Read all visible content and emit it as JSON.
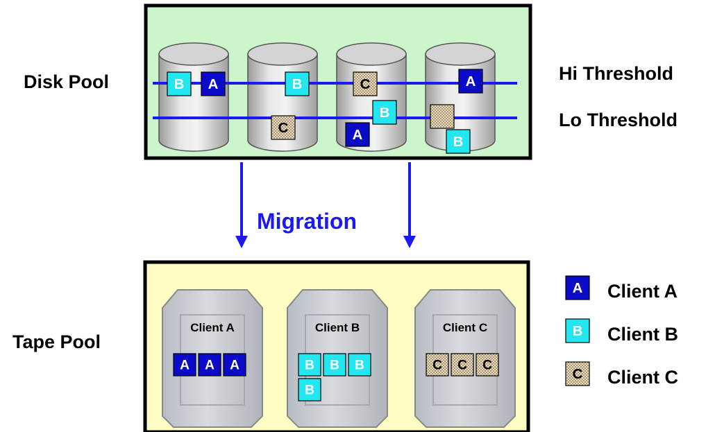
{
  "disk_pool": {
    "label": "Disk Pool",
    "hi_threshold_label": "Hi Threshold",
    "lo_threshold_label": "Lo Threshold",
    "background_color": "#ccf5cc",
    "cylinders": [
      {
        "id": "disk-1",
        "chips": [
          {
            "client": "B",
            "level": "hi"
          },
          {
            "client": "A",
            "level": "hi"
          }
        ]
      },
      {
        "id": "disk-2",
        "chips": [
          {
            "client": "B",
            "level": "hi"
          },
          {
            "client": "C",
            "level": "lo"
          }
        ]
      },
      {
        "id": "disk-3",
        "chips": [
          {
            "client": "C",
            "level": "hi"
          },
          {
            "client": "B",
            "level": "mid"
          },
          {
            "client": "A",
            "level": "below"
          }
        ]
      },
      {
        "id": "disk-4",
        "chips": [
          {
            "client": "A",
            "level": "hi"
          },
          {
            "client": "C",
            "level": "lo",
            "unlabeled": true
          },
          {
            "client": "B",
            "level": "below"
          }
        ]
      }
    ]
  },
  "migration": {
    "label": "Migration",
    "color": "#1a1aee"
  },
  "tape_pool": {
    "label": "Tape Pool",
    "background_color": "#fdfdc4",
    "cartridges": [
      {
        "title": "Client A",
        "chips": [
          "A",
          "A",
          "A"
        ]
      },
      {
        "title": "Client B",
        "chips": [
          "B",
          "B",
          "B",
          "B"
        ]
      },
      {
        "title": "Client C",
        "chips": [
          "C",
          "C",
          "C"
        ]
      }
    ]
  },
  "legend": {
    "items": [
      {
        "client": "A",
        "label": "Client A"
      },
      {
        "client": "B",
        "label": "Client B"
      },
      {
        "client": "C",
        "label": "Client C"
      }
    ]
  },
  "colors": {
    "client_a_fill": "#0a0ac8",
    "client_b_fill": "#22e6f0",
    "client_c_fill": "#e8d8b8",
    "threshold_line": "#1a1aee"
  }
}
